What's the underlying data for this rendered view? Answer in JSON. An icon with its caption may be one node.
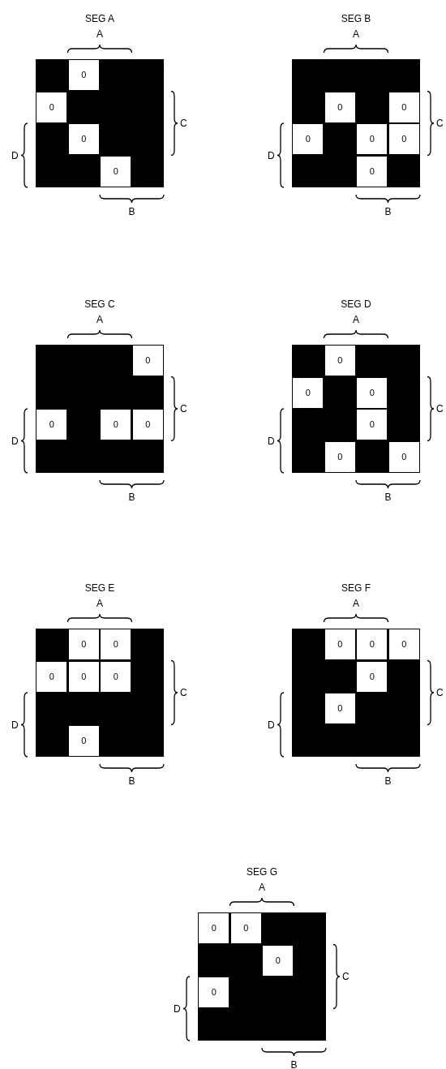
{
  "diagram": {
    "nodes": [
      {
        "text": [
          "SEG A"
        ]
      },
      {
        "text": [
          "0"
        ],
        "in": 0
      },
      {
        "text": [
          "0"
        ],
        "in": 0
      },
      {
        "text": [
          "0"
        ],
        "in": 0
      },
      {
        "text": [
          "0"
        ],
        "in": 0
      },
      {
        "text": [
          "SEG B"
        ]
      },
      {
        "text": [
          "0"
        ],
        "in": 5
      },
      {
        "text": [
          "0"
        ],
        "in": 5
      },
      {
        "text": [
          "0"
        ],
        "in": 5
      },
      {
        "text": [
          "0"
        ],
        "in": 5
      },
      {
        "text": [
          "0"
        ],
        "in": 5
      },
      {
        "text": [
          "0"
        ],
        "in": 5
      },
      {
        "text": [
          "SEG C"
        ]
      },
      {
        "text": [
          "0"
        ],
        "in": 12
      },
      {
        "text": [
          "0"
        ],
        "in": 12
      },
      {
        "text": [
          "0"
        ],
        "in": 12
      },
      {
        "text": [
          "0"
        ],
        "in": 12
      },
      {
        "text": [
          "SEG D"
        ]
      },
      {
        "text": [
          "0"
        ],
        "in": 17
      },
      {
        "text": [
          "0"
        ],
        "in": 17
      },
      {
        "text": [
          "0"
        ],
        "in": 17
      },
      {
        "text": [
          "0"
        ],
        "in": 17
      },
      {
        "text": [
          "0"
        ],
        "in": 17
      },
      {
        "text": [
          "0"
        ],
        "in": 17
      },
      {
        "text": [
          "SEG E"
        ]
      },
      {
        "text": [
          "0"
        ],
        "in": 24
      },
      {
        "text": [
          "0"
        ],
        "in": 24
      },
      {
        "text": [
          "0"
        ],
        "in": 24
      },
      {
        "text": [
          "0"
        ],
        "in": 24
      },
      {
        "text": [
          "0"
        ],
        "in": 24
      },
      {
        "text": [
          "0"
        ],
        "in": 24
      },
      {
        "text": [
          "SEG F"
        ]
      },
      {
        "text": [
          "0"
        ],
        "in": 31
      },
      {
        "text": [
          "0"
        ],
        "in": 31
      },
      {
        "text": [
          "0"
        ],
        "in": 31
      },
      {
        "text": [
          "0"
        ],
        "in": 31
      },
      {
        "text": [
          "0"
        ],
        "in": 31
      },
      {
        "text": [
          "SEG G"
        ]
      },
      {
        "text": [
          "0"
        ],
        "in": 37
      },
      {
        "text": [
          "0"
        ],
        "in": 37
      },
      {
        "text": [
          "0"
        ],
        "in": 37
      },
      {
        "text": [
          "0"
        ],
        "in": 37
      }
    ],
    "labels": [
      "A",
      "C",
      "D",
      "B",
      "A",
      "C",
      "D",
      "B",
      "A",
      "C",
      "D",
      "B",
      "A",
      "C",
      "D",
      "B",
      "A",
      "C",
      "D",
      "B",
      "A",
      "C",
      "D",
      "B",
      "A",
      "C",
      "D",
      "B"
    ]
  }
}
